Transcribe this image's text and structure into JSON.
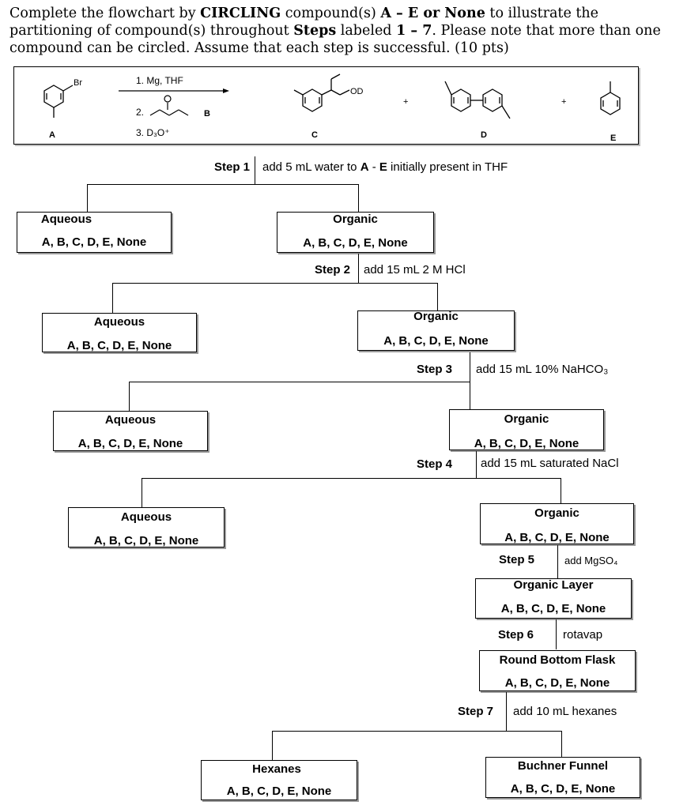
{
  "intro": {
    "p1": "Complete the flowchart by ",
    "circling": "CIRCLING",
    "p2": " compound(s) ",
    "ae": "A – E or None",
    "p3": " to illustrate the partitioning of compound(s) throughout ",
    "steps": "Steps",
    "p4": " labeled ",
    "range": "1 – 7",
    "p5": ". Please note that more than one compound can be circled. Assume that each step is successful.  (10 pts)"
  },
  "reaction": {
    "br_label": "Br",
    "cond1": "1. Mg, THF",
    "cond2": "2.",
    "cond3": "3. D₃O⁺",
    "reagent_b": "B",
    "od_label": "OD",
    "plus1": "+",
    "plus2": "+",
    "label_a": "A",
    "label_c": "C",
    "label_d": "D",
    "label_e": "E"
  },
  "options": "A, B, C, D, E, None",
  "steps": [
    {
      "label": "Step 1",
      "desc_pre": "add 5 mL water to ",
      "desc_a": "A",
      "desc_mid": " - ",
      "desc_e": "E",
      "desc_post": " initially present in THF"
    },
    {
      "label": "Step 2",
      "desc": "add 15 mL 2 M HCl"
    },
    {
      "label": "Step 3",
      "desc": "add 15 mL 10% NaHCO₃"
    },
    {
      "label": "Step 4",
      "desc": "add 15 mL saturated NaCl"
    },
    {
      "label": "Step 5",
      "desc": "add MgSO₄"
    },
    {
      "label": "Step 6",
      "desc": "rotavap"
    },
    {
      "label": "Step 7",
      "desc": "add 10 mL hexanes"
    }
  ],
  "boxes": {
    "aq1": "Aqueous",
    "org1": "Organic",
    "aq2": "Aqueous",
    "org2": "Organic",
    "aq3": "Aqueous",
    "org3": "Organic",
    "aq4": "Aqueous",
    "org4": "Organic",
    "layer5": "Organic Layer",
    "rbf6": "Round Bottom Flask",
    "hex7": "Hexanes",
    "buchner7": "Buchner Funnel"
  }
}
